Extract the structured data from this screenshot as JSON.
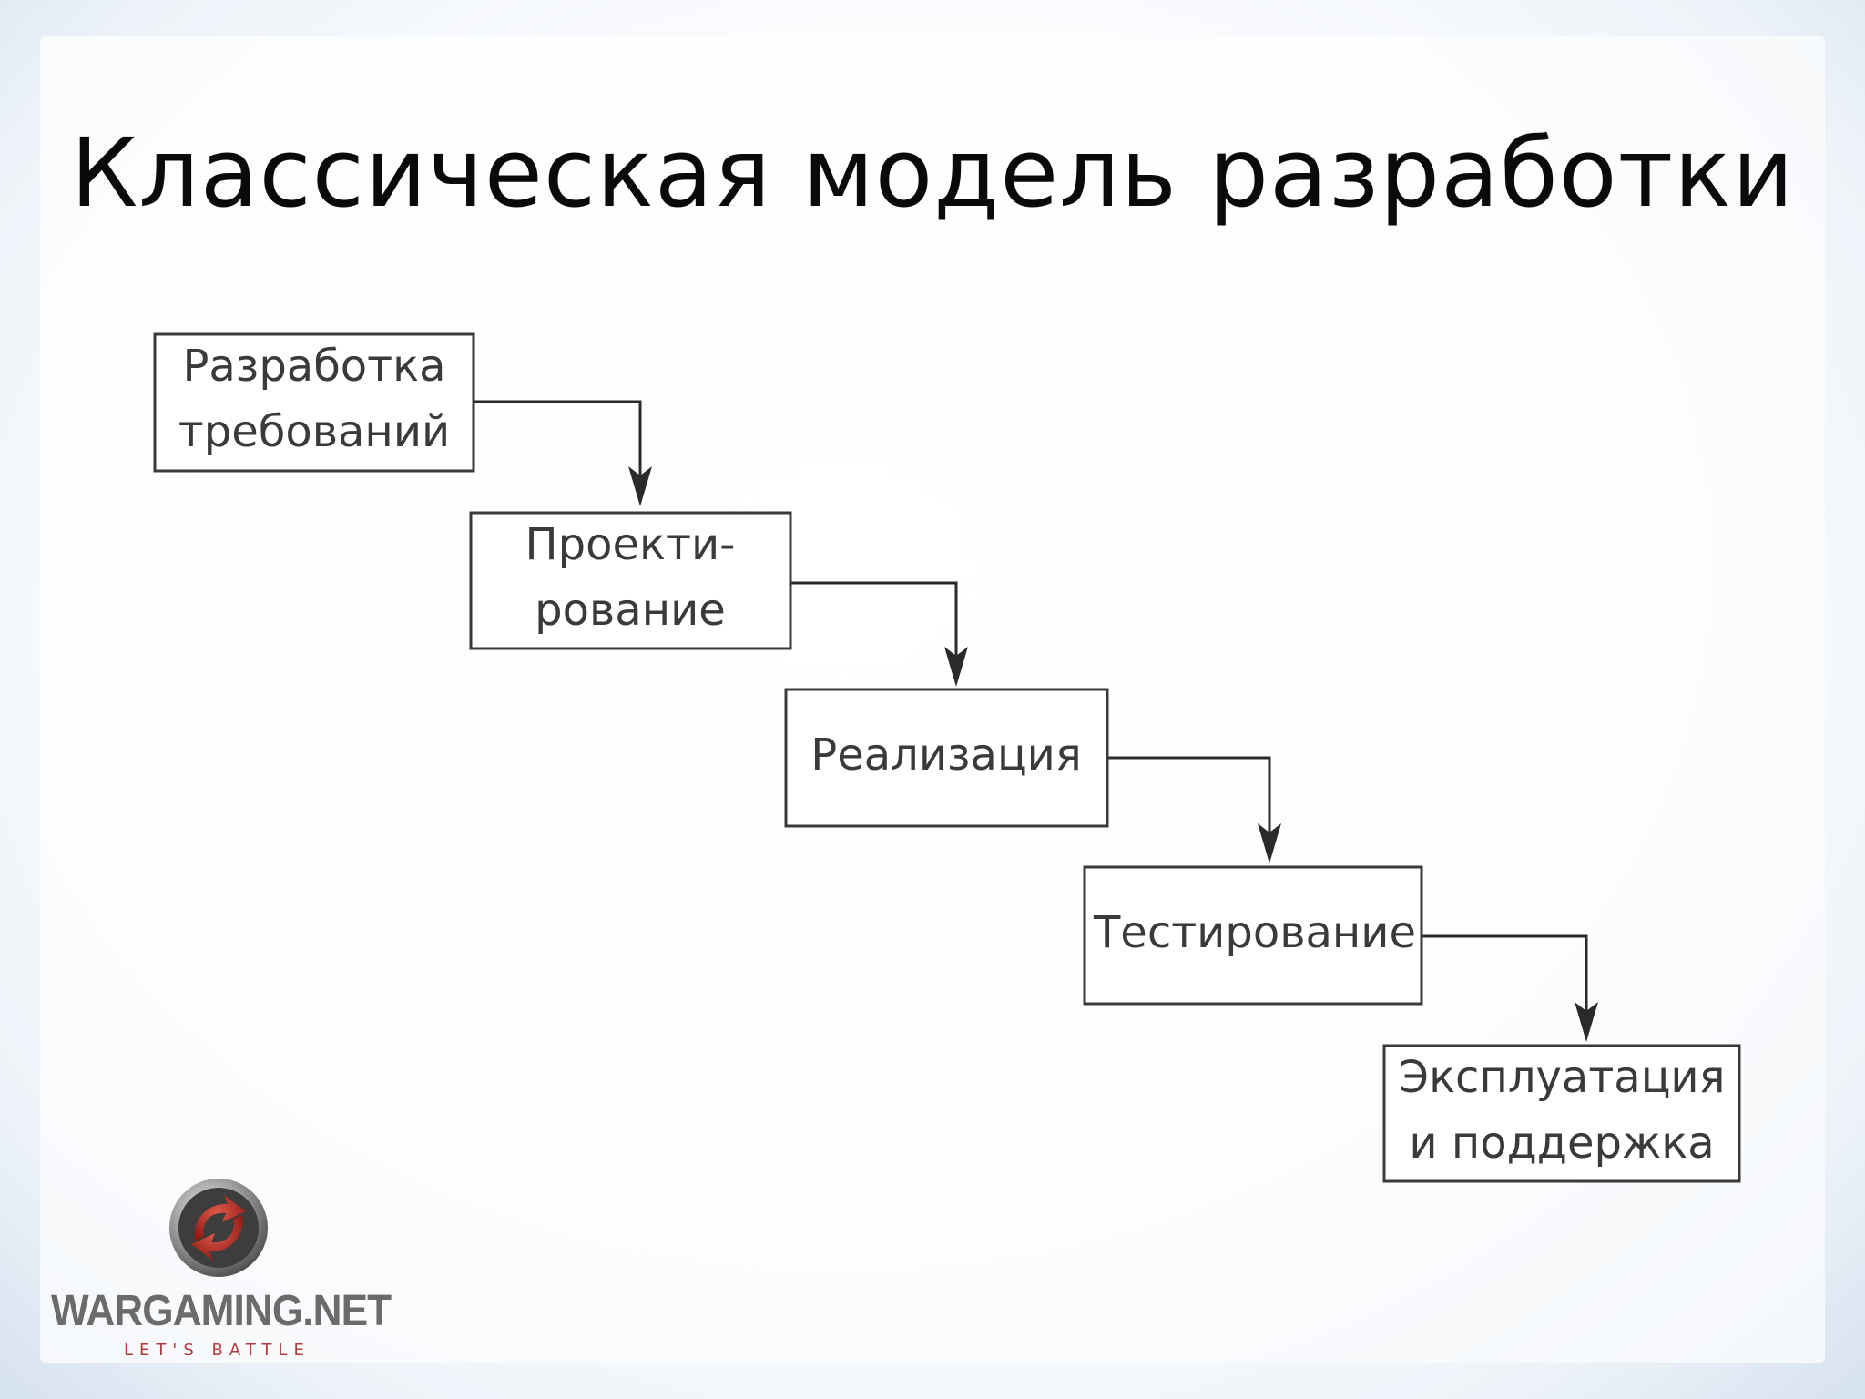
{
  "slide": {
    "title": "Классическая модель разработки"
  },
  "diagram": {
    "stages": [
      {
        "lines": [
          "Разработка",
          "требований"
        ]
      },
      {
        "lines": [
          "Проекти-",
          "рование"
        ]
      },
      {
        "lines": [
          "Реализация"
        ]
      },
      {
        "lines": [
          "Тестирование"
        ]
      },
      {
        "lines": [
          "Эксплуатация",
          "и поддержка"
        ]
      }
    ]
  },
  "logo": {
    "name": "WARGAMING.NET",
    "tagline": "LET'S BATTLE",
    "icon": "wargaming-emblem-icon",
    "colors": {
      "primary": "#6b6b6b",
      "accent": "#c0392b"
    }
  }
}
